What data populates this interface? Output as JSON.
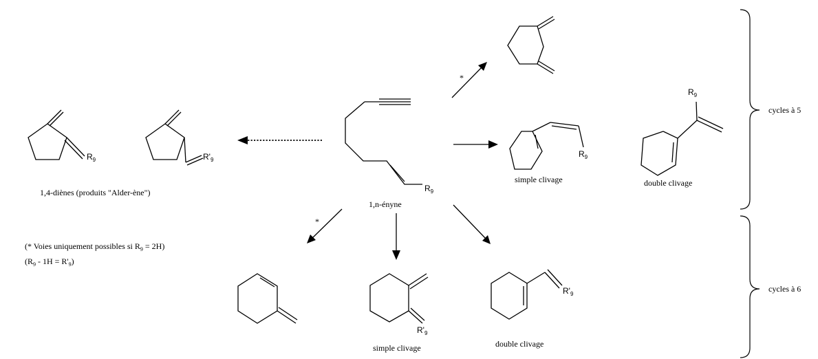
{
  "labels": {
    "alder_ene": "1,4-diènes (produits \"Alder-ène\")",
    "enyne": "1,n-ényne",
    "simple_clivage_5": "simple clivage",
    "double_clivage_5": "double clivage",
    "simple_clivage_6": "simple clivage",
    "double_clivage_6": "double clivage",
    "cycles_5": "cycles à 5",
    "cycles_6": "cycles à 6",
    "note_star_pre": "(* Voies uniquement possibles si R",
    "note_star_post": " = 2H)",
    "note_r_pre": "(R",
    "note_r_mid": " - 1H = R'",
    "note_r_post": ")",
    "star": "*",
    "R": "R",
    "R_prime": "R'",
    "sub9": "9"
  }
}
